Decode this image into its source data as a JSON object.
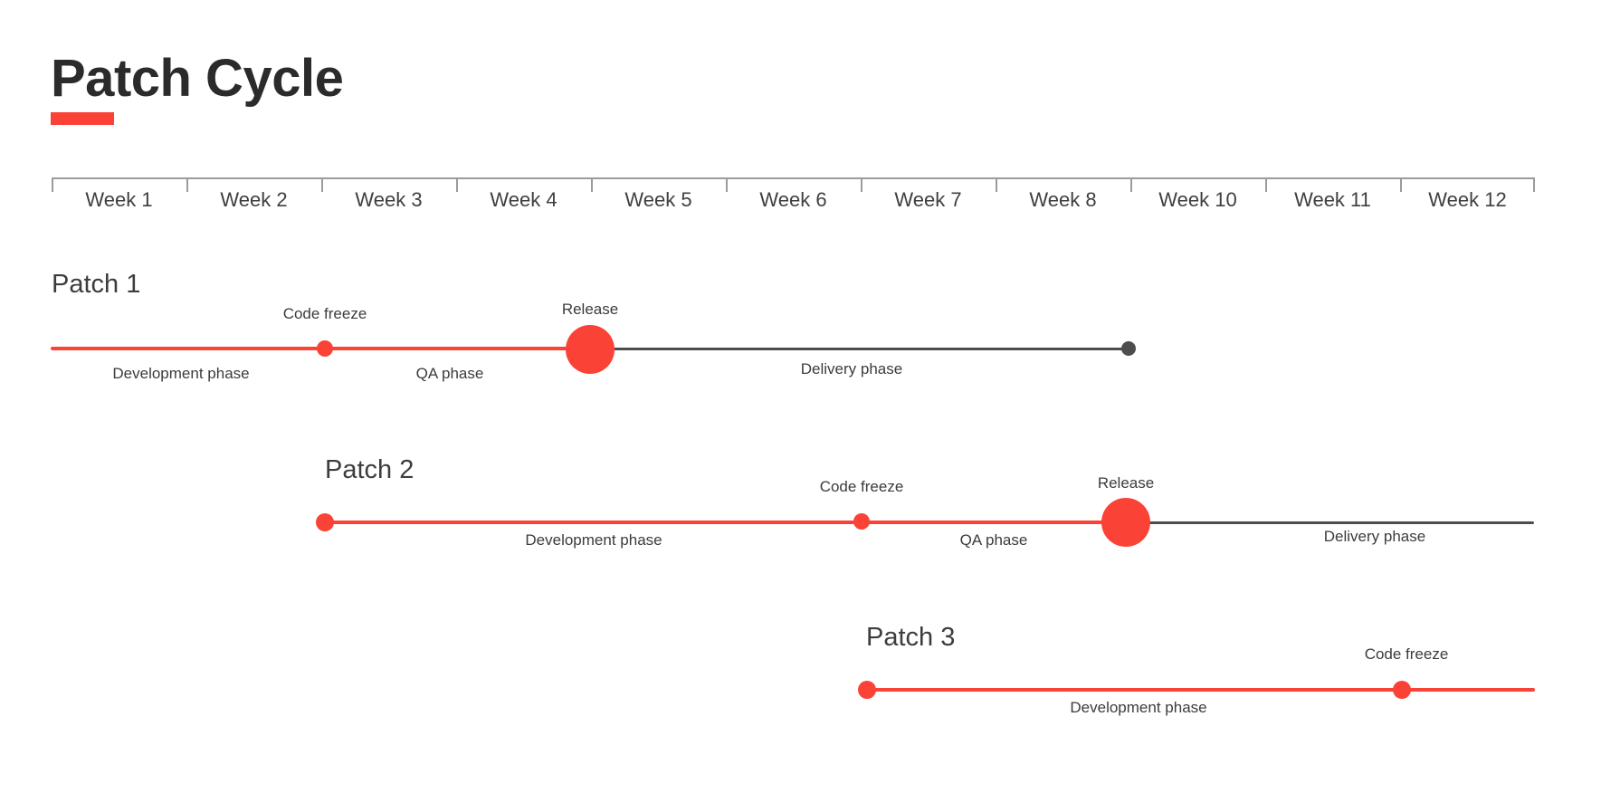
{
  "header": {
    "title": "Patch Cycle"
  },
  "week_header": {
    "weeks": [
      "Week 1",
      "Week 2",
      "Week 3",
      "Week 4",
      "Week 5",
      "Week 6",
      "Week 7",
      "Week 8",
      "Week 10",
      "Week 11",
      "Week 12"
    ]
  },
  "patches": [
    {
      "name": "Patch 1",
      "phases": {
        "development": "Development phase",
        "qa": "QA phase",
        "delivery": "Delivery phase"
      },
      "milestones": {
        "code_freeze": "Code freeze",
        "release": "Release"
      }
    },
    {
      "name": "Patch 2",
      "phases": {
        "development": "Development phase",
        "qa": "QA phase",
        "delivery": "Delivery phase"
      },
      "milestones": {
        "code_freeze": "Code freeze",
        "release": "Release"
      }
    },
    {
      "name": "Patch 3",
      "phases": {
        "development": "Development phase"
      },
      "milestones": {
        "code_freeze": "Code freeze"
      }
    }
  ],
  "colors": {
    "accent_red": "#FA4336",
    "delivery_gray": "#4D4D4D",
    "grid_gray": "#9B9B9B",
    "text_dark": "#3C3C3C"
  }
}
